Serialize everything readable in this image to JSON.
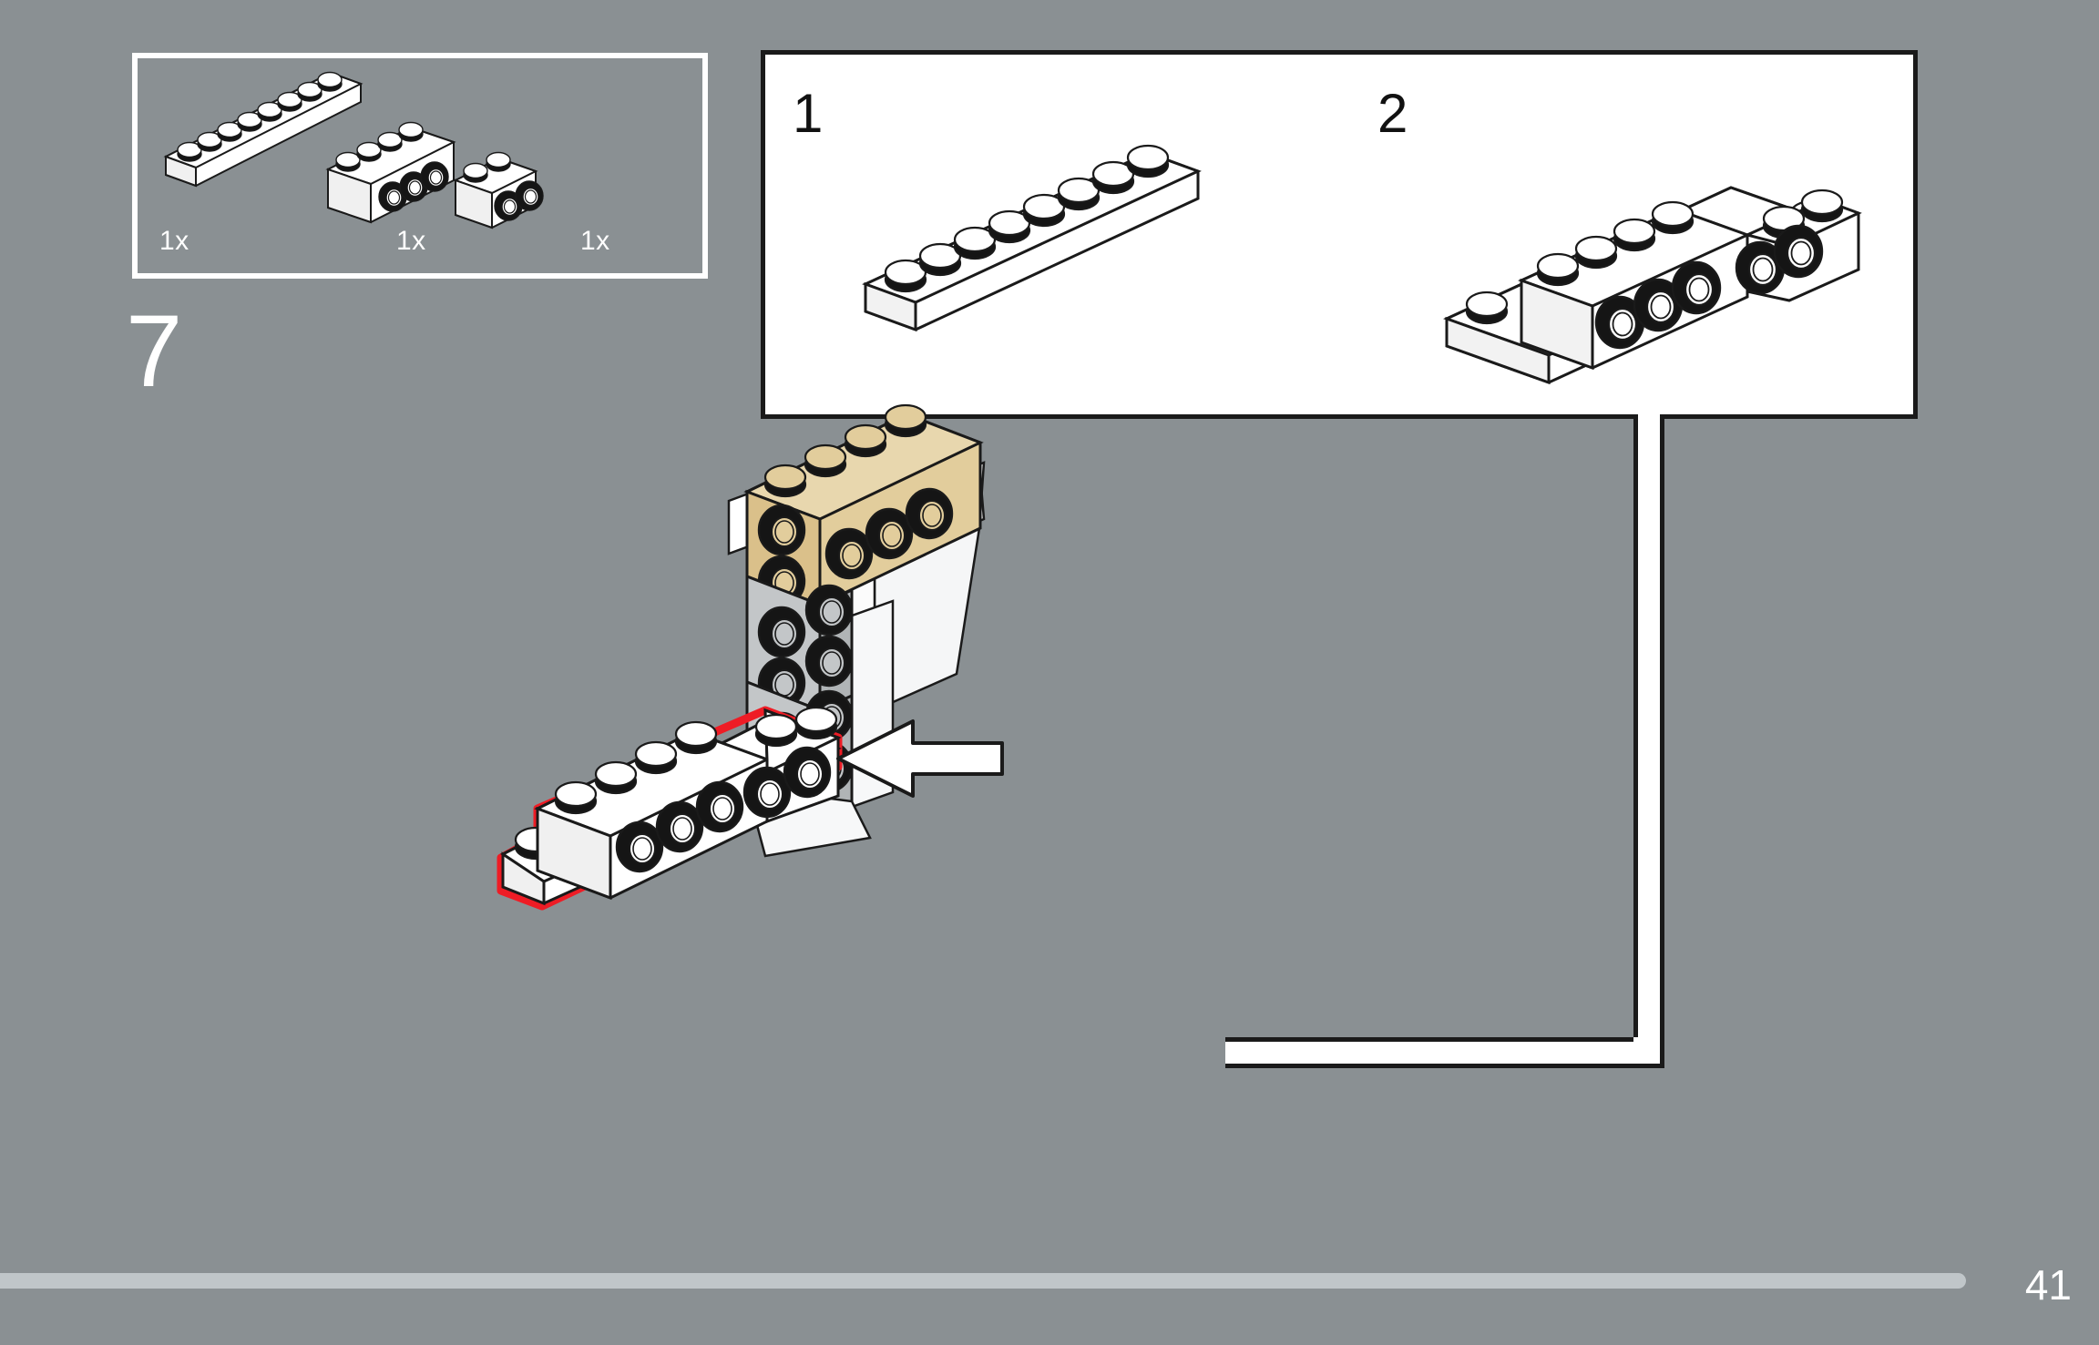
{
  "page": {
    "background_color": "#8a9093",
    "page_number": "41",
    "footer_bar_color": "#c0c6c9"
  },
  "step": {
    "number": "7",
    "number_color": "#ffffff"
  },
  "parts_box": {
    "border_color": "#ffffff",
    "items": [
      {
        "name": "plate-1x8-white",
        "quantity": "1x",
        "color": "#ffffff",
        "studs": 8,
        "type": "plate"
      },
      {
        "name": "technic-brick-1x4-white",
        "quantity": "1x",
        "color": "#ffffff",
        "studs": 4,
        "holes": 3,
        "type": "technic-brick"
      },
      {
        "name": "technic-brick-1x2-white",
        "quantity": "1x",
        "color": "#ffffff",
        "studs": 2,
        "holes": 1,
        "type": "technic-brick"
      }
    ]
  },
  "substep_panel": {
    "background_color": "#ffffff",
    "border_color": "#1a1a1a",
    "steps": [
      {
        "label": "1",
        "description": "white 1x8 plate"
      },
      {
        "label": "2",
        "description": "1x4 and 1x2 technic bricks attached to 1x8 plate"
      }
    ]
  },
  "assembly": {
    "highlight_color": "#ee1c25",
    "colors": {
      "white": "#ffffff",
      "light_gray": "#c3c6c8",
      "tan": "#e2cd9c",
      "dark_brown": "#7a4f12",
      "outline": "#1a1a1a",
      "stud_shadow": "#151515"
    },
    "arrow": {
      "name": "insertion-arrow",
      "direction": "left",
      "fill": "#ffffff",
      "stroke": "#1a1a1a"
    }
  }
}
